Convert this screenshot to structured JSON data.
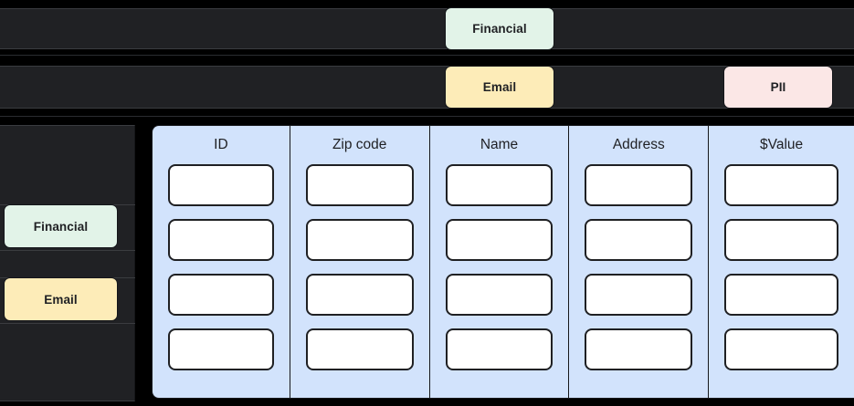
{
  "colors": {
    "background": "#000000",
    "strip_bg": "#202124",
    "strip_border": "#3a3c40",
    "table_bg": "#d2e3fc",
    "cell_bg": "#ffffff",
    "cell_border": "#1f2023",
    "tag_financial": "#e2f3e8",
    "tag_email": "#fdecb8",
    "tag_pii": "#fbe7e6",
    "tag_text": "#202124"
  },
  "top_rows": [
    {
      "tags": [
        {
          "label": "Financial",
          "kind": "financial"
        }
      ]
    },
    {
      "tags": [
        {
          "label": "Email",
          "kind": "email"
        },
        {
          "label": "PII",
          "kind": "pii"
        }
      ]
    }
  ],
  "sidebar": {
    "tags": [
      {
        "label": "Financial",
        "kind": "financial"
      },
      {
        "label": "Email",
        "kind": "email"
      }
    ]
  },
  "table": {
    "columns": [
      {
        "header": "ID"
      },
      {
        "header": "Zip code"
      },
      {
        "header": "Name"
      },
      {
        "header": "Address"
      },
      {
        "header": "$Value"
      }
    ],
    "row_count": 4,
    "cell_values": [
      [
        "",
        "",
        "",
        "",
        ""
      ],
      [
        "",
        "",
        "",
        "",
        ""
      ],
      [
        "",
        "",
        "",
        "",
        ""
      ],
      [
        "",
        "",
        "",
        "",
        ""
      ]
    ]
  }
}
